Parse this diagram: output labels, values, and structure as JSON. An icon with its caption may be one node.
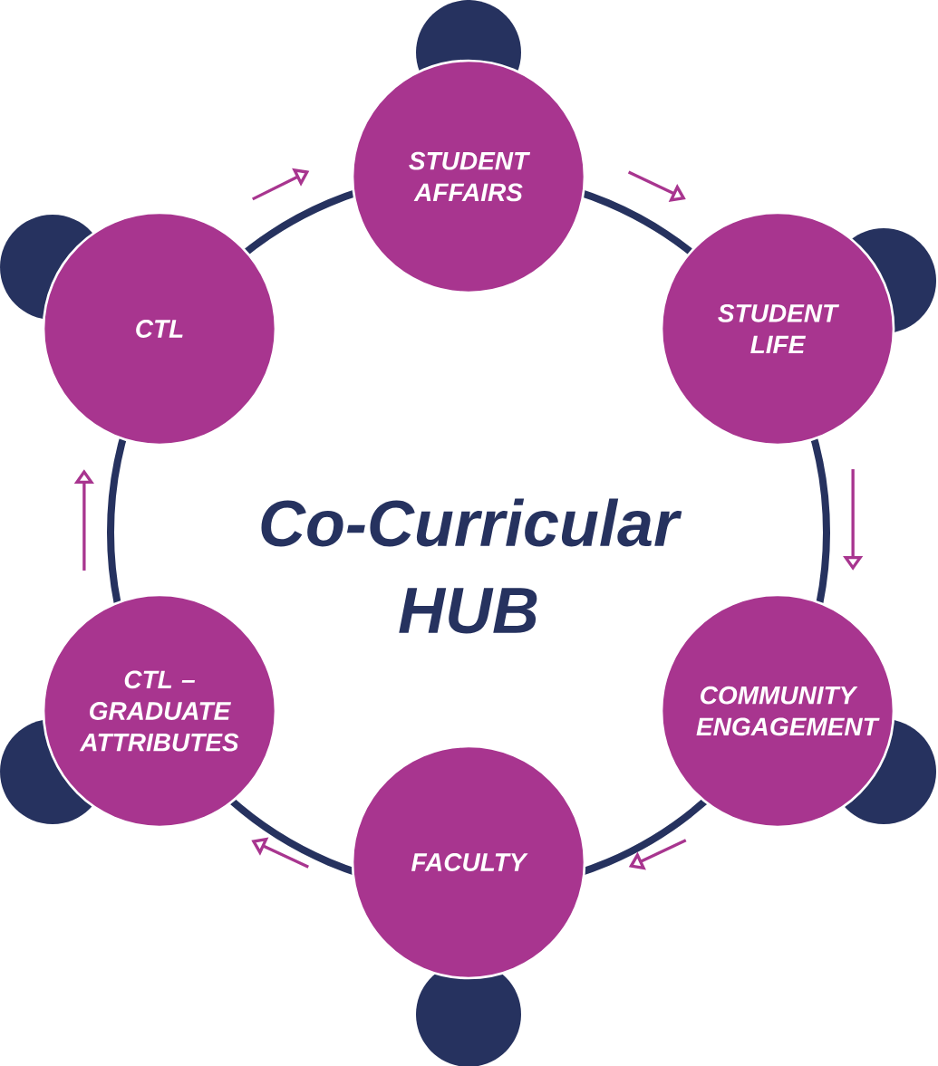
{
  "diagram": {
    "title": "Co-Curricular HUB",
    "nodes": [
      {
        "text": [
          "STUDENT AFFAIRS"
        ]
      },
      {
        "text": [
          "STUDENT LIFE"
        ]
      },
      {
        "text": [
          "COMMUNITY ENGAGEMENT"
        ]
      },
      {
        "text": [
          "FACULTY"
        ]
      },
      {
        "text": [
          "CTL – GRADUATE ATTRIBUTES"
        ]
      },
      {
        "text": [
          "CTL"
        ]
      }
    ],
    "edges": [
      {
        "from": 0,
        "to": 1,
        "arrow": "to"
      },
      {
        "from": 1,
        "to": 2,
        "arrow": "to"
      },
      {
        "from": 2,
        "to": 3,
        "arrow": "to"
      },
      {
        "from": 3,
        "to": 4,
        "arrow": "to"
      },
      {
        "from": 4,
        "to": 5,
        "arrow": "to"
      },
      {
        "from": 5,
        "to": 0,
        "arrow": "to"
      }
    ]
  }
}
